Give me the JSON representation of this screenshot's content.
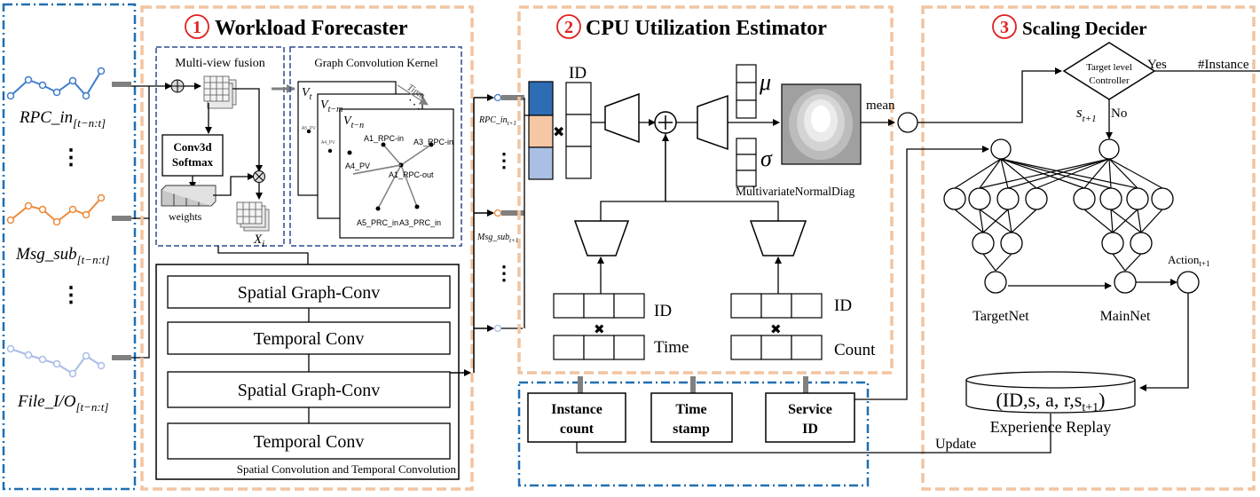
{
  "colors": {
    "orange_dash": "#f2c4a0",
    "blue_dash": "#1f6fb2",
    "navy_dash": "#2b4a8f",
    "red_circle": "#e02020",
    "seg_blue": "#2e6db4",
    "seg_peach": "#f5c7a4",
    "seg_lightblue": "#a9c0e4",
    "line_blue": "#3d7cc9",
    "line_orange": "#ec8a3a",
    "line_lightblue": "#a8bce6"
  },
  "inputs": {
    "rpc_label": "RPC_in",
    "rpc_sub": "[t−n:t]",
    "msg_label": "Msg_sub",
    "msg_sub": "[t−n:t]",
    "file_label": "File_I/O",
    "file_sub": "[t−n:t]",
    "ellipsis": "⋮"
  },
  "panel1": {
    "number": "1",
    "title": "Workload Forecaster",
    "fusion_title": "Multi-view fusion",
    "conv3d": "Conv3d",
    "softmax": "Softmax",
    "weights": "weights",
    "xi": "X",
    "xi_sub": "i",
    "gck_title": "Graph Convolution Kernel",
    "v_t": "V",
    "v_t_sub": "t",
    "v_tm": "V",
    "v_tm_sub": "t−m",
    "v_tn": "V",
    "v_tn_sub": "t−n",
    "time_label": "Time",
    "nodes": [
      "A1_RPC-in",
      "A3_RPC-in",
      "A4_PV",
      "A1_RPC-out",
      "A5_PRC_in",
      "A3_PRC_in"
    ],
    "ghost_labels": [
      "A5_PV",
      "A4_PV"
    ],
    "stack": [
      "Spatial Graph-Conv",
      "Temporal Conv",
      "Spatial Graph-Conv",
      "Temporal Conv"
    ],
    "stack_caption": "Spatial Convolution and Temporal Convolution"
  },
  "mid": {
    "rpc_out": "RPC_in",
    "rpc_out_sub": "t+1",
    "msg_out": "Msg_sub",
    "msg_out_sub": "t+1"
  },
  "panel2": {
    "number": "2",
    "title": "CPU Utilization Estimator",
    "id_label": "ID",
    "mu": "μ",
    "sigma": "σ",
    "mvn": "MultivariateNormalDiag",
    "mean": "mean",
    "id_left": "ID",
    "time": "Time",
    "id_right": "ID",
    "count": "Count",
    "otimes": "✖"
  },
  "bottom_inputs": [
    "Instance count",
    "Time stamp",
    "Service ID"
  ],
  "panel3": {
    "number": "3",
    "title": "Scaling Decider",
    "controller_line1": "Target level",
    "controller_line2": "Controller",
    "yes": "Yes",
    "no": "No",
    "instance": "#Instance",
    "state": "s",
    "state_sub": "t+1",
    "target_net": "TargetNet",
    "main_net": "MainNet",
    "action": "Action",
    "action_sub": "t+1",
    "replay_tuple": "(ID,s, a, r,s",
    "replay_sub": "t+1",
    "replay_close": ")",
    "replay_label": "Experience Replay",
    "update": "Update"
  }
}
